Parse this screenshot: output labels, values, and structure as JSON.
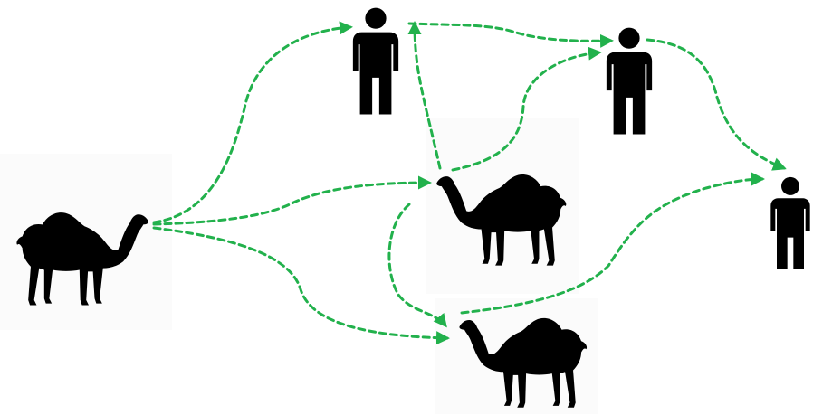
{
  "colors": {
    "background": "#ffffff",
    "silhouette": "#000000",
    "arrow": "#22b14c",
    "card": "#fbfbfb"
  },
  "nodes": [
    {
      "id": "camel-source",
      "kind": "camel",
      "icon": "camel-icon"
    },
    {
      "id": "person-top",
      "kind": "person",
      "icon": "person-icon"
    },
    {
      "id": "person-upper-right",
      "kind": "person",
      "icon": "person-icon"
    },
    {
      "id": "person-right",
      "kind": "person",
      "icon": "person-icon"
    },
    {
      "id": "camel-middle",
      "kind": "camel",
      "icon": "camel-icon"
    },
    {
      "id": "camel-bottom",
      "kind": "camel",
      "icon": "camel-icon"
    }
  ],
  "edges": [
    {
      "from": "camel-source",
      "to": "person-top",
      "style": "dashed",
      "directed": true
    },
    {
      "from": "camel-source",
      "to": "camel-middle",
      "style": "dashed",
      "directed": true
    },
    {
      "from": "camel-source",
      "to": "camel-bottom",
      "style": "dashed",
      "directed": true
    },
    {
      "from": "person-top",
      "to": "person-upper-right",
      "style": "dashed",
      "directed": true
    },
    {
      "from": "camel-middle",
      "to": "person-top",
      "style": "dashed",
      "directed": true
    },
    {
      "from": "camel-middle",
      "to": "person-upper-right",
      "style": "dashed",
      "directed": true
    },
    {
      "from": "person-upper-right",
      "to": "person-right",
      "style": "dashed",
      "directed": true
    },
    {
      "from": "camel-middle",
      "to": "camel-bottom",
      "style": "dashed",
      "directed": true
    },
    {
      "from": "camel-bottom",
      "to": "person-right",
      "style": "dashed",
      "directed": true
    }
  ]
}
